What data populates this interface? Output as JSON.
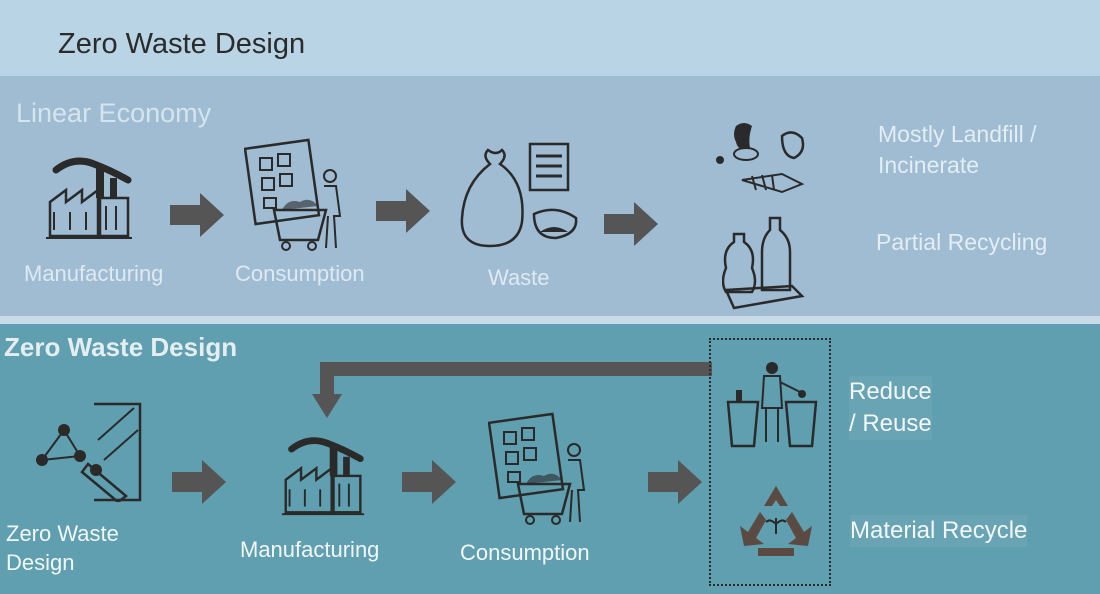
{
  "title": "Zero Waste Design",
  "linear": {
    "heading": "Linear Economy",
    "steps": [
      "Manufacturing",
      "Consumption",
      "Waste"
    ],
    "outcomes": [
      "Mostly Landfill /",
      "Incinerate",
      "Partial Recycling"
    ]
  },
  "zero_waste": {
    "heading": "Zero Waste Design",
    "steps": [
      "Zero Waste",
      "Design",
      "Manufacturing",
      "Consumption"
    ],
    "outcomes": [
      "Reduce",
      "/ Reuse",
      "Material Recycle"
    ]
  },
  "colors": {
    "arrow": "#555555",
    "icon": "#2a2a2a"
  }
}
